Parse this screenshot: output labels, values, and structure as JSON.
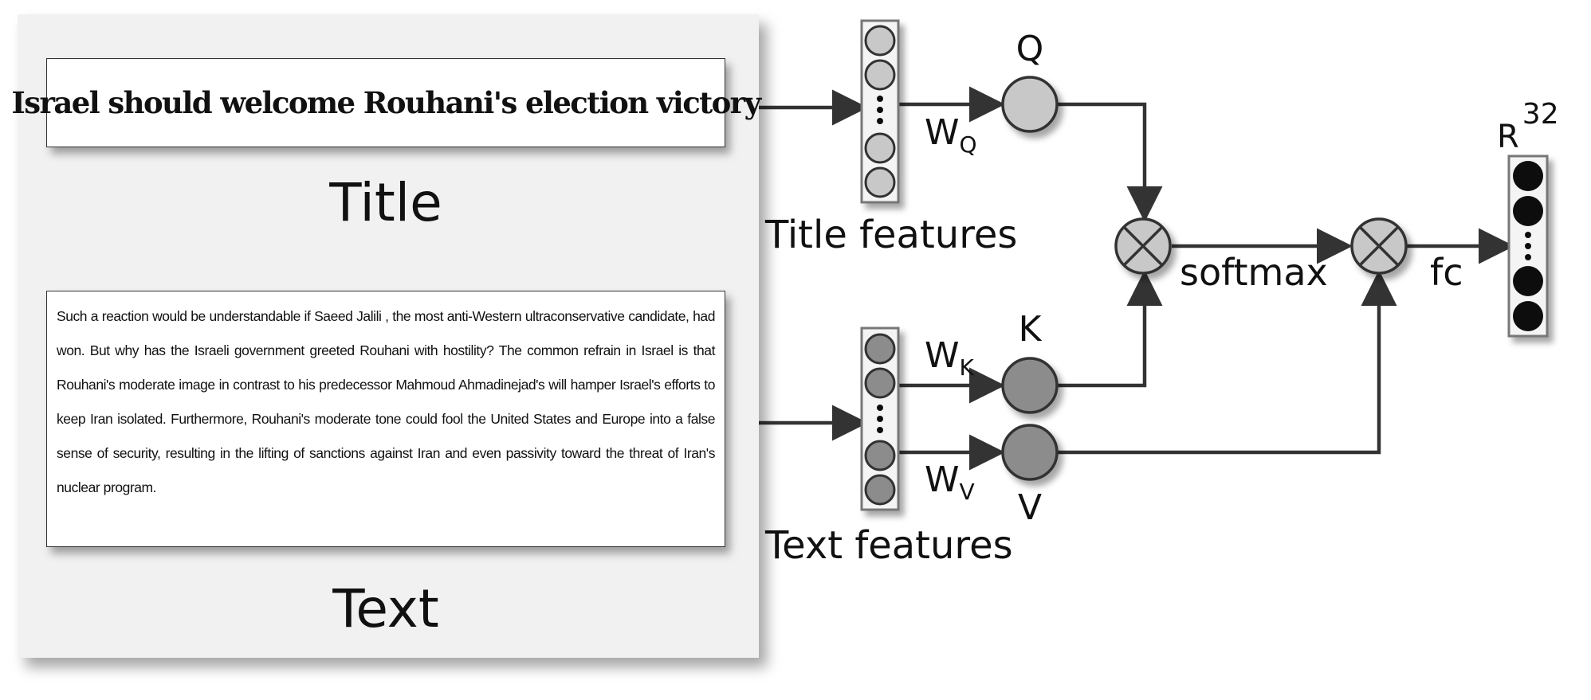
{
  "panel": {
    "title_text": "Israel should welcome Rouhani's election victory",
    "title_caption": "Title",
    "body_text": "Such a reaction would be understandable if Saeed Jalili , the most anti-Western ultraconservative candidate, had won. But why has the Israeli government greeted Rouhani with hostility? The common refrain in Israel is that Rouhani's moderate image in contrast to his predecessor Mahmoud Ahmadinejad's will hamper Israel's efforts to keep Iran isolated. Furthermore, Rouhani's moderate tone could fool the United States and Europe into a false sense of security, resulting in the lifting of sanctions against Iran and even passivity toward the threat of Iran's nuclear program.",
    "text_caption": "Text"
  },
  "network": {
    "title_features_label": "Title features",
    "text_features_label": "Text features",
    "q_label": "Q",
    "k_label": "K",
    "v_label": "V",
    "w_letter": "W",
    "wq_sub": "Q",
    "wk_sub": "K",
    "wv_sub": "V",
    "softmax_label": "softmax",
    "fc_label": "fc",
    "output_base": "R",
    "output_exp": "32"
  },
  "colors": {
    "title_feature_fill": "#c8c8c8",
    "text_feature_fill": "#8c8c8c",
    "q_fill": "#c8c8c8",
    "kv_fill": "#8c8c8c",
    "multiply_fill": "#c8c8c8",
    "output_fill": "#111111",
    "arrow": "#333333"
  },
  "icons": {
    "operator": "multiply-circle-icon"
  }
}
